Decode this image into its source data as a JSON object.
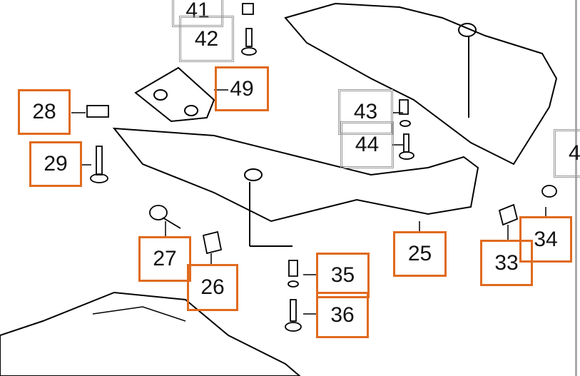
{
  "diagram": {
    "callouts_highlighted": [
      "28",
      "29",
      "49",
      "27",
      "26",
      "35",
      "36",
      "25",
      "33",
      "34"
    ],
    "callouts_dimmed": [
      "41",
      "42",
      "43",
      "44",
      "4"
    ]
  },
  "colors": {
    "highlight": "#e06a1e",
    "dimmed": "#999999"
  }
}
